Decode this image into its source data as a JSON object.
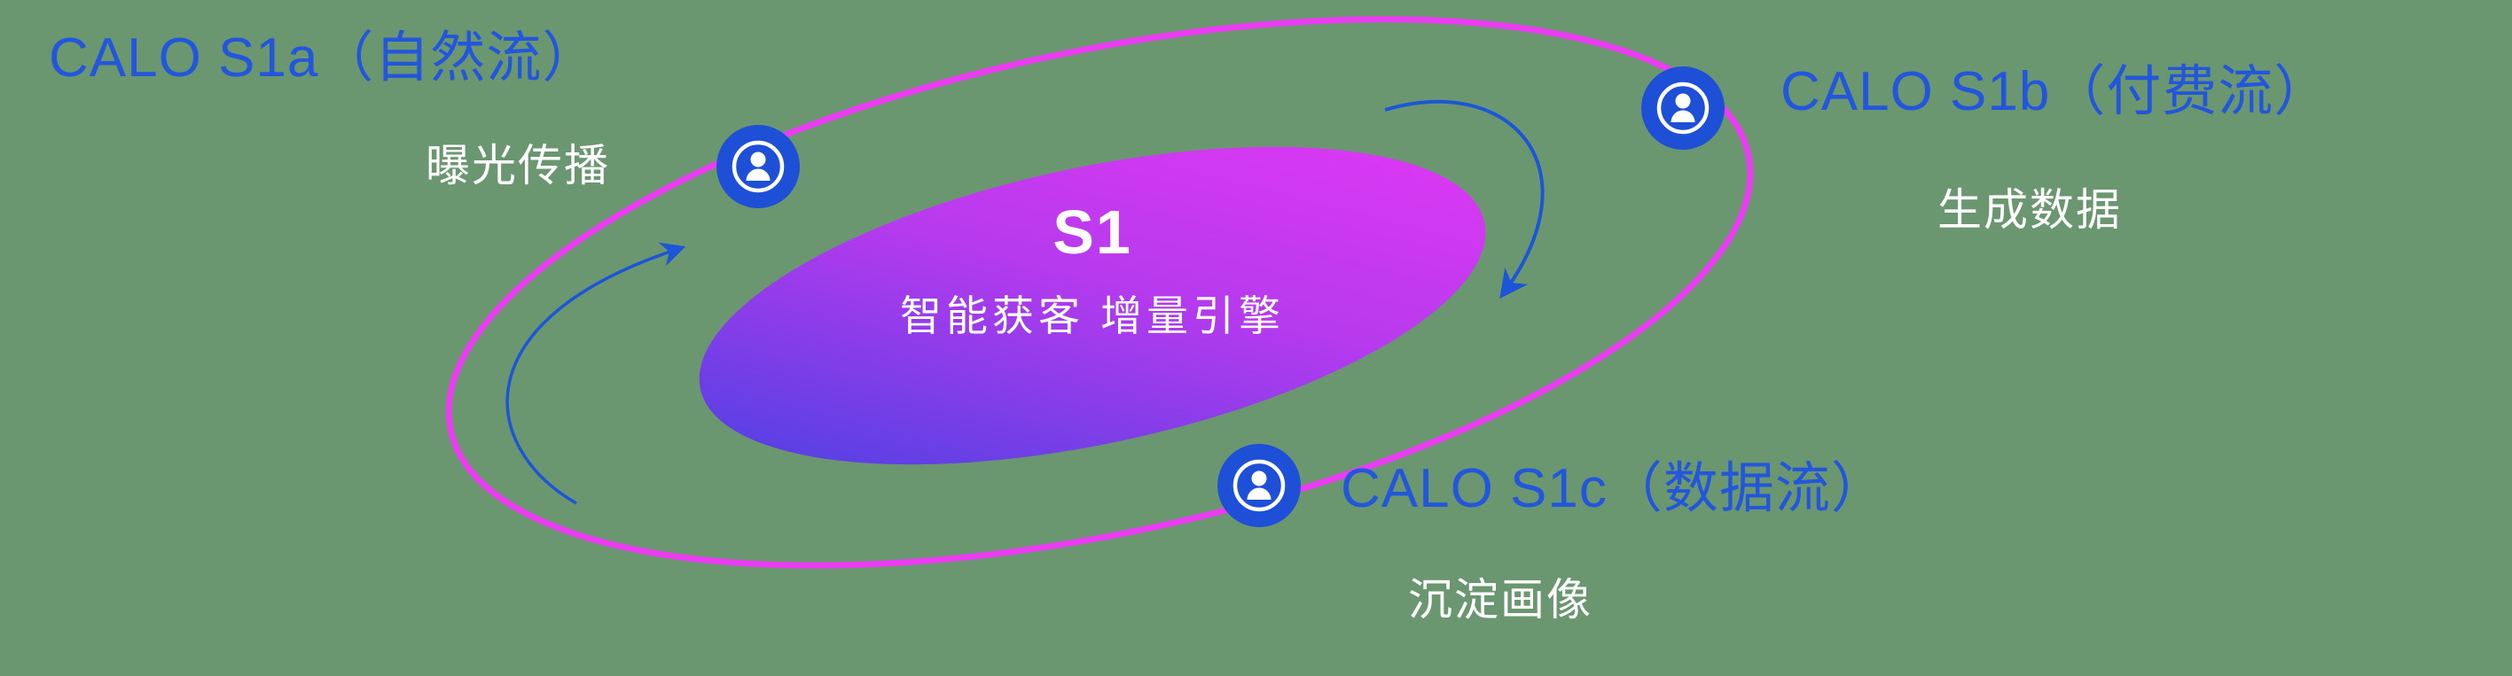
{
  "background_color": "#6b9770",
  "colors": {
    "orbit_ring": "#eb3cf3",
    "accent_blue": "#2156dd",
    "node_fill": "#1d4fd7",
    "arrow_blue": "#1b56d9",
    "core_gradient_start": "#4a41e2",
    "core_gradient_end": "#e138f3",
    "text_white": "#ffffff"
  },
  "center": {
    "title": "S1",
    "subtitle": "智能获客  增量引擎"
  },
  "nodes": [
    {
      "id": "s1a",
      "title": "CALO S1a（自然流）",
      "subtitle": "曝光传播",
      "icon": "person-in-circle-icon"
    },
    {
      "id": "s1b",
      "title": "CALO S1b（付费流）",
      "subtitle": "生成数据",
      "icon": "person-in-circle-icon"
    },
    {
      "id": "s1c",
      "title": "CALO S1c（数据流）",
      "subtitle": "沉淀画像",
      "icon": "person-in-circle-icon"
    }
  ],
  "arrows": [
    {
      "id": "flow-arrow-left",
      "direction": "up-toward-s1a"
    },
    {
      "id": "flow-arrow-right",
      "direction": "down-from-s1b"
    }
  ]
}
